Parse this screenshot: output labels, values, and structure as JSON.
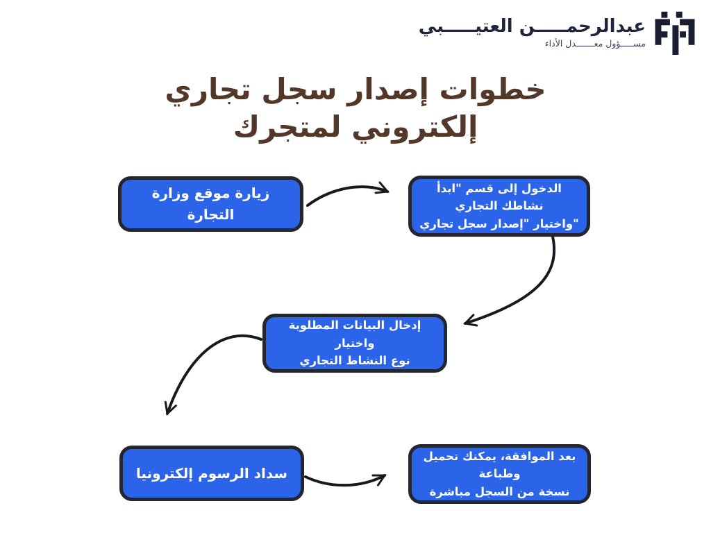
{
  "page": {
    "background": "#ffffff"
  },
  "logo": {
    "name": "عبدالرحمـــــن العتيـــــبي",
    "tagline": "مســـــؤول معـــــــدل الأداء",
    "name_color": "#20253c",
    "mark_color": "#1a1d30"
  },
  "title": {
    "lines": [
      "خطوات إصدار سجل تجاري",
      "إلكتروني لمتجرك"
    ],
    "color": "#533829"
  },
  "diagram": {
    "box_fill_color": "#2b63e9",
    "box_border_color": "#23262f",
    "box_text_color": "#ffffff",
    "arrow_color": "#17191f",
    "steps": [
      {
        "id": 1,
        "lines": [
          "زيارة موقع وزارة التجارة"
        ]
      },
      {
        "id": 2,
        "lines": [
          "الدخول إلى قسم \"ابدأ نشاطك التجاري",
          "\"واختيار \"إصدار سجل تجاري"
        ]
      },
      {
        "id": 3,
        "lines": [
          "إدخال البيانات المطلوبة واختيار",
          "نوع النشاط التجاري"
        ]
      },
      {
        "id": 4,
        "lines": [
          "سداد الرسوم إلكترونيا"
        ]
      },
      {
        "id": 5,
        "lines": [
          "بعد الموافقة، يمكنك تحميل وطباعة",
          "نسخة من السجل مباشرة"
        ]
      }
    ],
    "flow": [
      {
        "from": 1,
        "to": 2
      },
      {
        "from": 2,
        "to": 3
      },
      {
        "from": 3,
        "to": 4
      },
      {
        "from": 4,
        "to": 5
      }
    ]
  }
}
